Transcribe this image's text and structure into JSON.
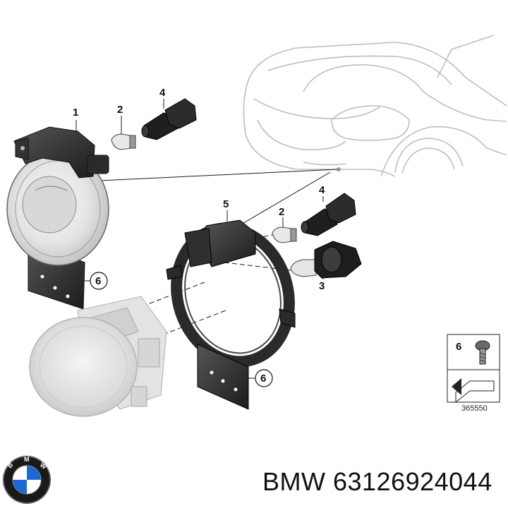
{
  "diagram": {
    "callouts": {
      "fog_light_assembly": "1",
      "bulb_small_top": "2",
      "socket_top": "4",
      "holder_ring": "5",
      "bulb_small_lower": "2",
      "socket_lower": "4",
      "main_bulb": "3",
      "screw_ref_upper": "6",
      "screw_ref_lower": "6"
    },
    "inset": {
      "item_number": "6",
      "image_code": "365550"
    }
  },
  "footer": {
    "brand_logo_name": "bmw-roundel-logo",
    "part_label": "BMW 63126924044"
  },
  "colors": {
    "line_art": "#1a1a1a",
    "car_outline": "#bdbdbd",
    "bracket_dark": "#2b2b2b",
    "lens_light": "#e6e6e6"
  }
}
